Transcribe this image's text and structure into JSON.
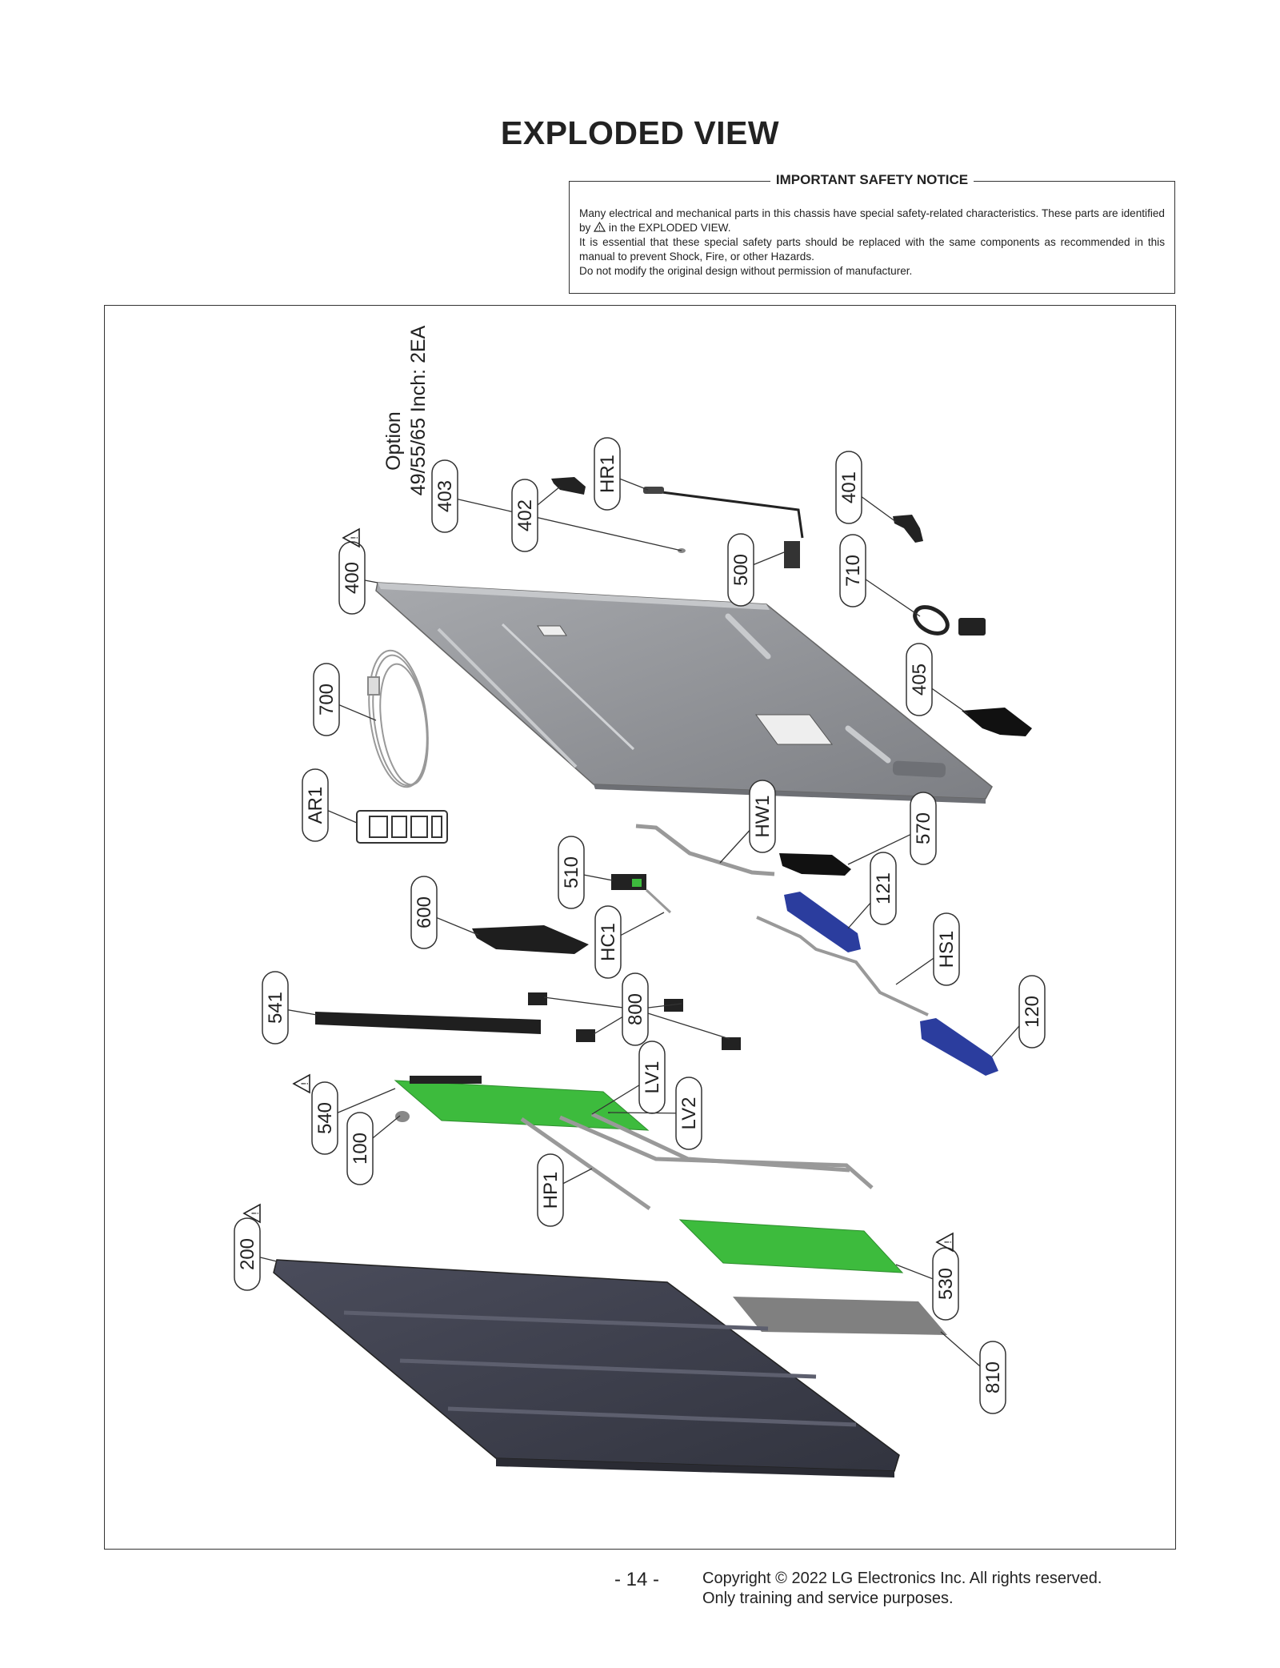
{
  "page": {
    "title": "EXPLODED VIEW",
    "page_number": "- 14 -",
    "copyright_line1": "Copyright © 2022 LG Electronics Inc. All rights reserved.",
    "copyright_line2": "Only training and service purposes."
  },
  "notice": {
    "title": "IMPORTANT SAFETY NOTICE",
    "line1a": "Many electrical and mechanical parts in this chassis have special safety-related characteristics. These parts are identified by",
    "line1b": "in the EXPLODED VIEW.",
    "line2": "It is essential that these special safety parts should be replaced with the same components as recommended in this manual to prevent Shock, Fire, or other Hazards.",
    "line3": "Do not modify the original design without permission of manufacturer."
  },
  "option_note": {
    "line1": "Option",
    "line2": "49/55/65 Inch: 2EA"
  },
  "parts": [
    {
      "label": "403",
      "safety": false
    },
    {
      "label": "402",
      "safety": false
    },
    {
      "label": "HR1",
      "safety": false
    },
    {
      "label": "401",
      "safety": false
    },
    {
      "label": "400",
      "safety": true
    },
    {
      "label": "500",
      "safety": false
    },
    {
      "label": "710",
      "safety": false
    },
    {
      "label": "700",
      "safety": false
    },
    {
      "label": "405",
      "safety": false
    },
    {
      "label": "AR1",
      "safety": false
    },
    {
      "label": "HW1",
      "safety": false
    },
    {
      "label": "570",
      "safety": false
    },
    {
      "label": "510",
      "safety": false
    },
    {
      "label": "121",
      "safety": false
    },
    {
      "label": "600",
      "safety": false
    },
    {
      "label": "HC1",
      "safety": false
    },
    {
      "label": "HS1",
      "safety": false
    },
    {
      "label": "541",
      "safety": false
    },
    {
      "label": "800",
      "safety": false
    },
    {
      "label": "120",
      "safety": false
    },
    {
      "label": "LV1",
      "safety": false
    },
    {
      "label": "540",
      "safety": true
    },
    {
      "label": "LV2",
      "safety": false
    },
    {
      "label": "100",
      "safety": false
    },
    {
      "label": "HP1",
      "safety": false
    },
    {
      "label": "200",
      "safety": true
    },
    {
      "label": "530",
      "safety": true
    },
    {
      "label": "810",
      "safety": false
    }
  ],
  "colors": {
    "rear_cover": "#8f9196",
    "panel": "#3f4150",
    "board": "#3dbb3d",
    "speaker": "#2b3d9e",
    "bracket": "#2a2a2a"
  }
}
